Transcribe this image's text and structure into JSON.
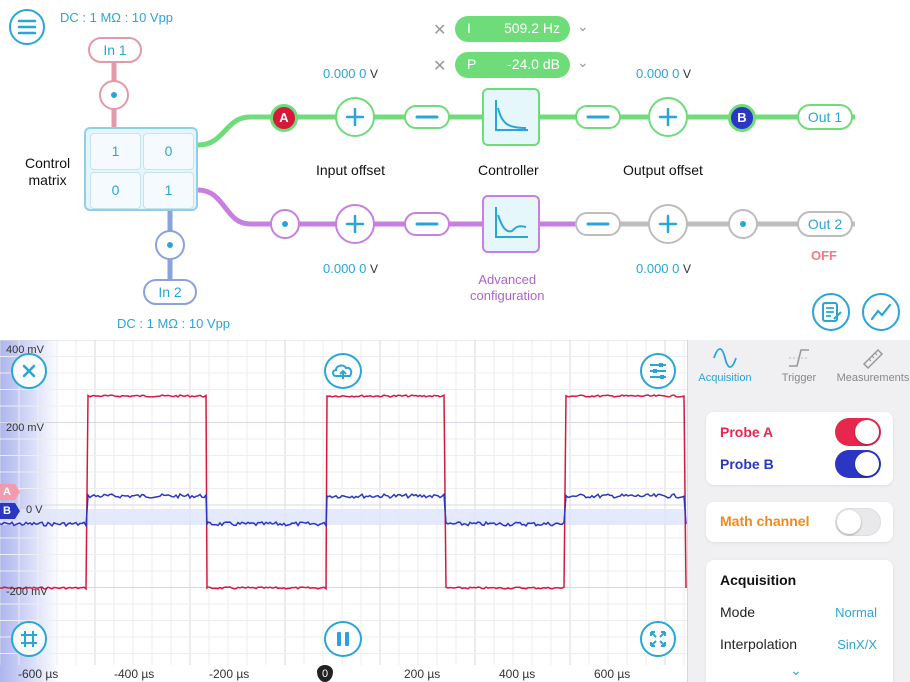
{
  "top": {
    "in1": {
      "label": "In 1",
      "coupling": "DC : 1 MΩ : 10 Vpp"
    },
    "in2": {
      "label": "In 2",
      "coupling": "DC : 1 MΩ : 10 Vpp"
    },
    "matrix": {
      "title_line1": "Control",
      "title_line2": "matrix",
      "cells": [
        "1",
        "0",
        "0",
        "1"
      ]
    },
    "probe_a": "A",
    "probe_b": "B",
    "input_offset": {
      "label": "Input offset",
      "value1": "0.000 0",
      "unit1": "V",
      "value2": "0.000 0",
      "unit2": "V"
    },
    "output_offset": {
      "label": "Output offset",
      "value1": "0.000 0",
      "unit1": "V",
      "value2": "0.000 0",
      "unit2": "V"
    },
    "controller": {
      "label": "Controller"
    },
    "advanced": {
      "line1": "Advanced",
      "line2": "configuration"
    },
    "pid_i": {
      "letter": "I",
      "value": "509.2 Hz"
    },
    "pid_p": {
      "letter": "P",
      "value": "-24.0 dB"
    },
    "out1": "Out 1",
    "out2": "Out 2",
    "out2_status": "OFF",
    "colors": {
      "green": "#6fdc7a",
      "purple": "#c77fe0",
      "cyan": "#2aa6d6",
      "gray": "#b0b0b0",
      "red_trace": "#d6193a",
      "blue_trace": "#2b36c4"
    }
  },
  "scope": {
    "y_labels": {
      "top": "400 mV",
      "mid": "200 mV",
      "zero": "0 V",
      "bottom": "-200 mV"
    },
    "x_labels": [
      "-600 µs",
      "-400 µs",
      "-200 µs",
      "0",
      "200 µs",
      "400 µs",
      "600 µs"
    ],
    "marker_a": "A",
    "marker_b": "B"
  },
  "panel": {
    "tabs": [
      {
        "label": "Acquisition",
        "icon": "sine-wave-icon",
        "active": true
      },
      {
        "label": "Trigger",
        "icon": "trigger-edge-icon",
        "active": false
      },
      {
        "label": "Measurements",
        "icon": "ruler-icon",
        "active": false
      }
    ],
    "probe_a": {
      "label": "Probe A",
      "on": true,
      "color": "#e8274d"
    },
    "probe_b": {
      "label": "Probe B",
      "on": true,
      "color": "#2b36c4"
    },
    "math": {
      "label": "Math channel",
      "on": false,
      "color": "#f08a1c"
    },
    "acquisition": {
      "title": "Acquisition",
      "mode_label": "Mode",
      "mode_value": "Normal",
      "interp_label": "Interpolation",
      "interp_value": "SinX/X"
    }
  }
}
